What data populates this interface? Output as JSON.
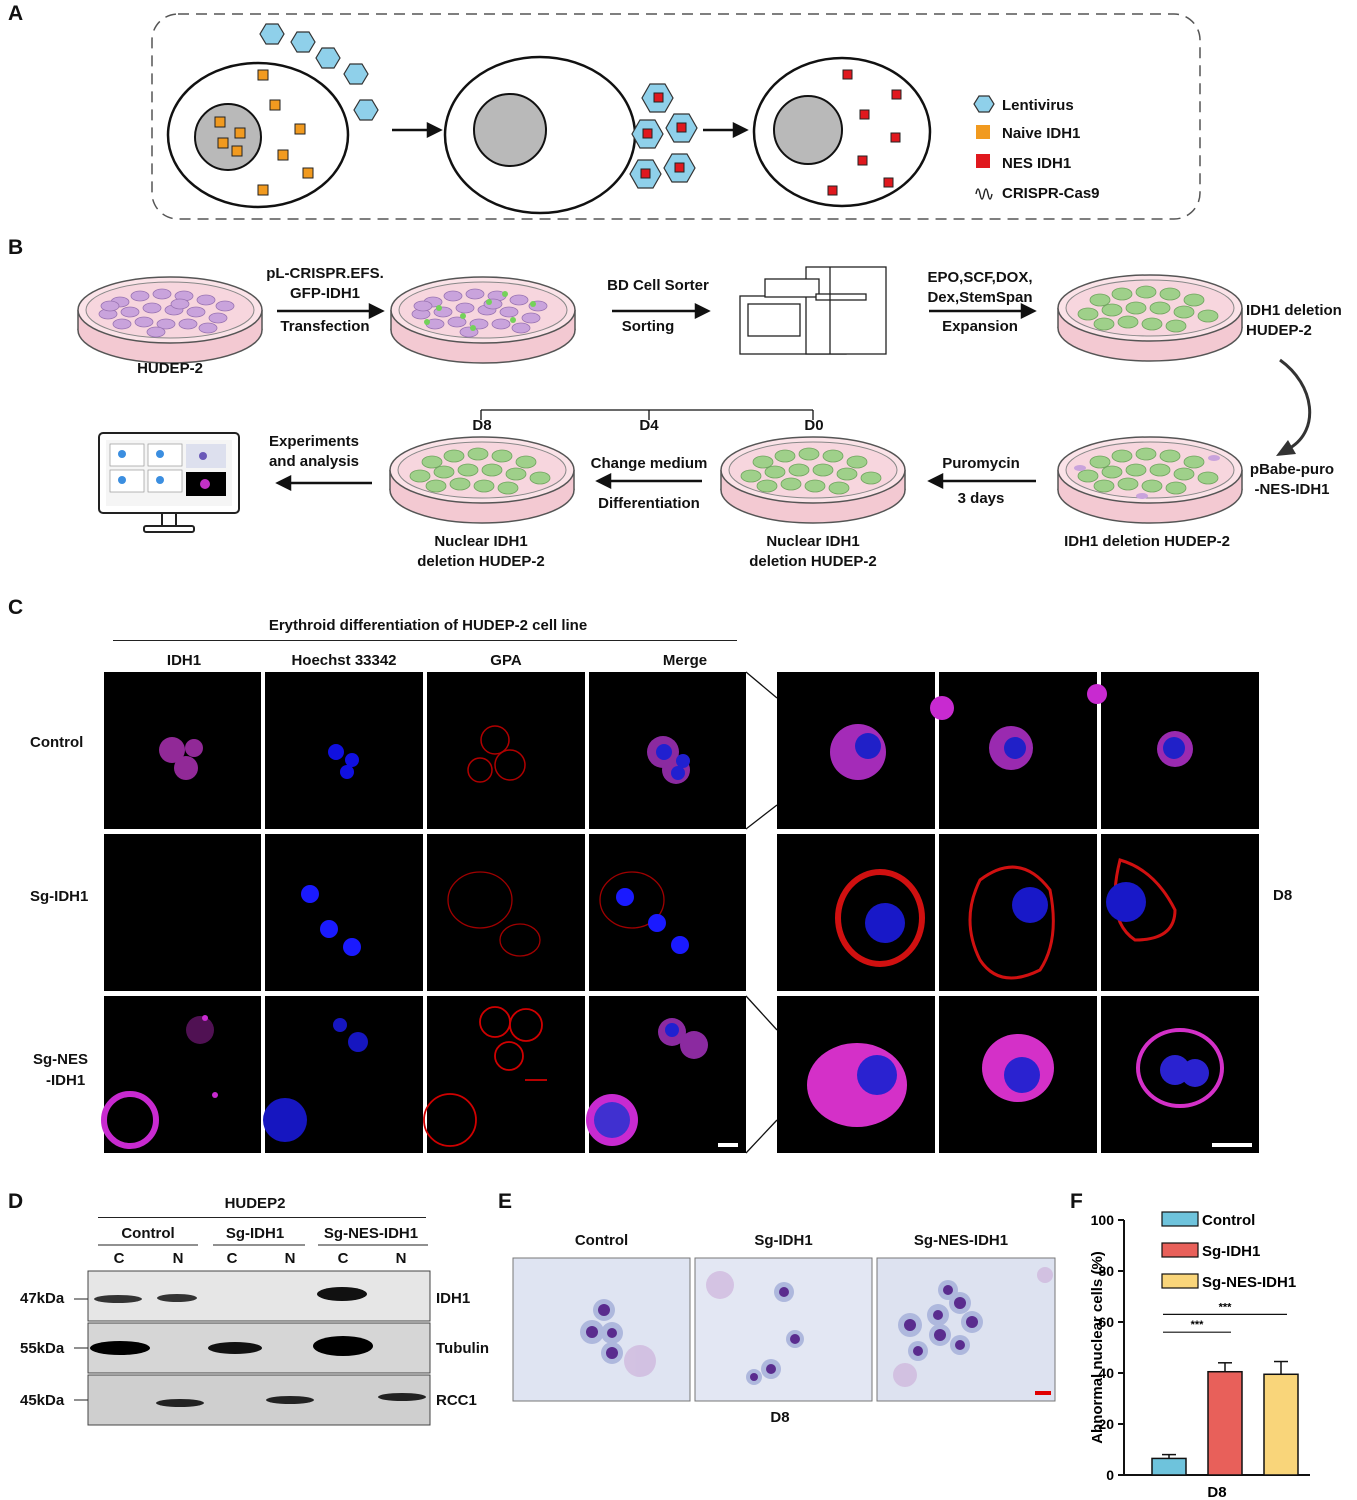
{
  "panels": {
    "a": "A",
    "b": "B",
    "c": "C",
    "d": "D",
    "e": "E",
    "f": "F"
  },
  "panel_a": {
    "legend": [
      {
        "label": "Lentivirus",
        "icon": "lentivirus-icon",
        "color": "#8fd0ea"
      },
      {
        "label": "Naive IDH1",
        "icon": "square-icon",
        "color": "#f19a1f"
      },
      {
        "label": "NES IDH1",
        "icon": "square-icon",
        "color": "#e0181e"
      },
      {
        "label": "CRISPR-Cas9",
        "icon": "squiggle-icon",
        "color": "#222222"
      }
    ]
  },
  "panel_b": {
    "hudep2": "HUDEP-2",
    "step1_top": "pL-CRISPR.EFS.",
    "step1_mid": "GFP-IDH1",
    "step1_bottom": "Transfection",
    "step2_top": "BD Cell Sorter",
    "step2_bottom": "Sorting",
    "step3_l1": "EPO,SCF,DOX,",
    "step3_l2": "Dex,StemSpan",
    "step3_bottom": "Expansion",
    "idh1_del_l1": "IDH1 deletion",
    "idh1_del_l2": "HUDEP-2",
    "pbabe_l1": "pBabe-puro",
    "pbabe_l2": "-NES-IDH1",
    "idh1_del_bottom": "IDH1 deletion HUDEP-2",
    "puro_top": "Puromycin",
    "puro_bottom": "3 days",
    "nuclear_l1": "Nuclear IDH1",
    "nuclear_l2": "deletion HUDEP-2",
    "d8": "D8",
    "d4": "D4",
    "d0": "D0",
    "change_medium": "Change medium",
    "differentiation": "Differentiation",
    "exp_l1": "Experiments",
    "exp_l2": "and analysis"
  },
  "panel_c": {
    "title": "Erythroid differentiation of HUDEP-2 cell line",
    "columns": [
      "IDH1",
      "Hoechst 33342",
      "GPA",
      "Merge"
    ],
    "rows": [
      "Control",
      "Sg-IDH1",
      "Sg-NES",
      "-IDH1"
    ],
    "side_label": "D8"
  },
  "panel_d": {
    "title": "HUDEP2",
    "groups": [
      "Control",
      "Sg-IDH1",
      "Sg-NES-IDH1"
    ],
    "lanes": [
      "C",
      "N",
      "C",
      "N",
      "C",
      "N"
    ],
    "markers": [
      "47kDa",
      "55kDa",
      "45kDa"
    ],
    "proteins": [
      "IDH1",
      "Tubulin",
      "RCC1"
    ]
  },
  "panel_e": {
    "columns": [
      "Control",
      "Sg-IDH1",
      "Sg-NES-IDH1"
    ],
    "day": "D8"
  },
  "chart_data": {
    "type": "bar",
    "categories": [
      "Control",
      "Sg-IDH1",
      "Sg-NES-IDH1"
    ],
    "values": [
      6.5,
      40.5,
      39.5
    ],
    "errors": [
      1.5,
      3.5,
      5.0
    ],
    "colors": [
      "#6ec3dc",
      "#e8605a",
      "#f9d57a"
    ],
    "ylabel": "Abnormal nuclear cells (%)",
    "xlabel": "D8",
    "ylim": [
      0,
      100
    ],
    "yticks": [
      0,
      20,
      40,
      60,
      80,
      100
    ],
    "legend": [
      "Control",
      "Sg-IDH1",
      "Sg-NES-IDH1"
    ],
    "annotations": [
      "***",
      "***"
    ],
    "grid": false
  }
}
